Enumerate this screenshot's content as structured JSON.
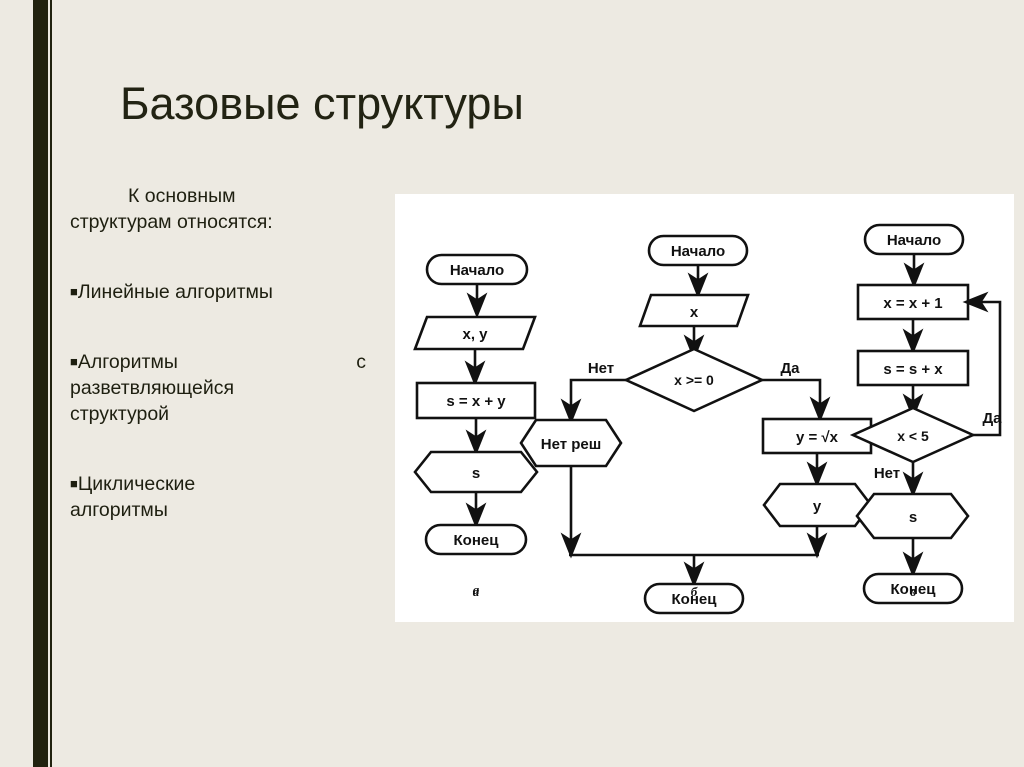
{
  "slide": {
    "title": "Базовые структуры",
    "background_color": "#edeae2",
    "accent_bar_color": "#21220f"
  },
  "text": {
    "intro_line1": "К           основным",
    "intro_line2": "структурам относятся:",
    "bullets": [
      {
        "marker": "■",
        "label": "Линейные алгоритмы"
      },
      {
        "marker": "■",
        "label_line1": "Алгоритмы",
        "label_line1_tail": "с",
        "label_line2": "разветвляющейся",
        "label_line3": "структурой"
      },
      {
        "marker": "■",
        "label_line1": "Циклические",
        "label_line2": "алгоритмы"
      }
    ]
  },
  "diagram": {
    "panel_background": "#ffffff",
    "line_color": "#111111",
    "column_labels": [
      "а",
      "б",
      "в"
    ],
    "columns": [
      {
        "id": "a",
        "caption": "а",
        "type": "linear",
        "nodes": [
          {
            "shape": "terminator",
            "text": "Начало"
          },
          {
            "shape": "parallelogram",
            "text": "x, y"
          },
          {
            "shape": "rect",
            "text": "s = x + y"
          },
          {
            "shape": "hexagon",
            "text": "s"
          },
          {
            "shape": "terminator",
            "text": "Конец"
          }
        ]
      },
      {
        "id": "b",
        "caption": "б",
        "type": "branching",
        "nodes": [
          {
            "shape": "terminator",
            "text": "Начало"
          },
          {
            "shape": "parallelogram",
            "text": "x"
          },
          {
            "shape": "diamond",
            "text": "x >= 0"
          },
          {
            "shape": "hexagon",
            "text": "Нет реш"
          },
          {
            "shape": "rect",
            "text": "y = √x"
          },
          {
            "shape": "hexagon",
            "text": "y"
          },
          {
            "shape": "terminator",
            "text": "Конец"
          }
        ],
        "branch_labels": {
          "left": "Нет",
          "right": "Да"
        }
      },
      {
        "id": "c",
        "caption": "в",
        "type": "loop",
        "nodes": [
          {
            "shape": "terminator",
            "text": "Начало"
          },
          {
            "shape": "rect",
            "text": "x = x + 1"
          },
          {
            "shape": "rect",
            "text": "s = s + x"
          },
          {
            "shape": "diamond",
            "text": "x < 5"
          },
          {
            "shape": "hexagon",
            "text": "s"
          },
          {
            "shape": "terminator",
            "text": "Конец"
          }
        ],
        "branch_labels": {
          "loop_back": "Да",
          "exit": "Нет"
        }
      }
    ]
  }
}
